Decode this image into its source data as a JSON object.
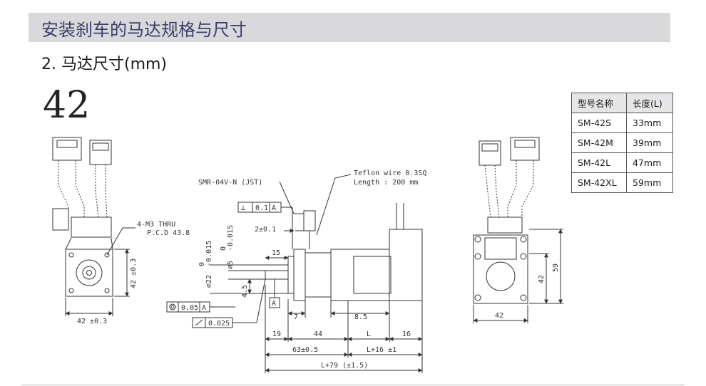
{
  "header": {
    "title": "安装刹车的马达规格与尺寸",
    "subtitle": "2. 马达尺寸(mm)"
  },
  "motor_size": "42",
  "table": {
    "headers": [
      "型号名称",
      "长度(L)"
    ],
    "rows": [
      [
        "SM-42S",
        "33mm"
      ],
      [
        "SM-42M",
        "39mm"
      ],
      [
        "SM-42L",
        "47mm"
      ],
      [
        "SM-42XL",
        "59mm"
      ]
    ]
  },
  "labels": {
    "mount_holes": "4-M3 THRU",
    "pcd": "P.C.D 43.8",
    "front_height": "42 ±0.3",
    "front_width": "42 ±0.3",
    "connector": "SMR-04V-N (JST)",
    "wire_1": "Teflon wire 0.3SQ",
    "wire_2": "Length : 200 mm",
    "perp_tol": "0.1",
    "datum": "A",
    "flange_thk": "2±0.1",
    "tol_pilot_upper": "0",
    "tol_pilot_lower": "-0.015",
    "pilot_dia": "⌀22",
    "tol_shaft_upper": "0",
    "tol_shaft_lower": "-0.015",
    "shaft_dia": "⌀5",
    "shaft_len": "15",
    "flat": "4.5",
    "conc_tol": "0.05",
    "runout_tol": "0.025",
    "dim_7": "7",
    "dim_8_5": "8.5",
    "dim_19": "19",
    "dim_44": "44",
    "dim_L": "L",
    "dim_16": "16",
    "dim_63": "63±0.5",
    "dim_L16": "L+16 ±1",
    "dim_L79": "L+79 (±1.5)",
    "rear_width": "42",
    "rear_h42": "42",
    "rear_h59": "59"
  }
}
